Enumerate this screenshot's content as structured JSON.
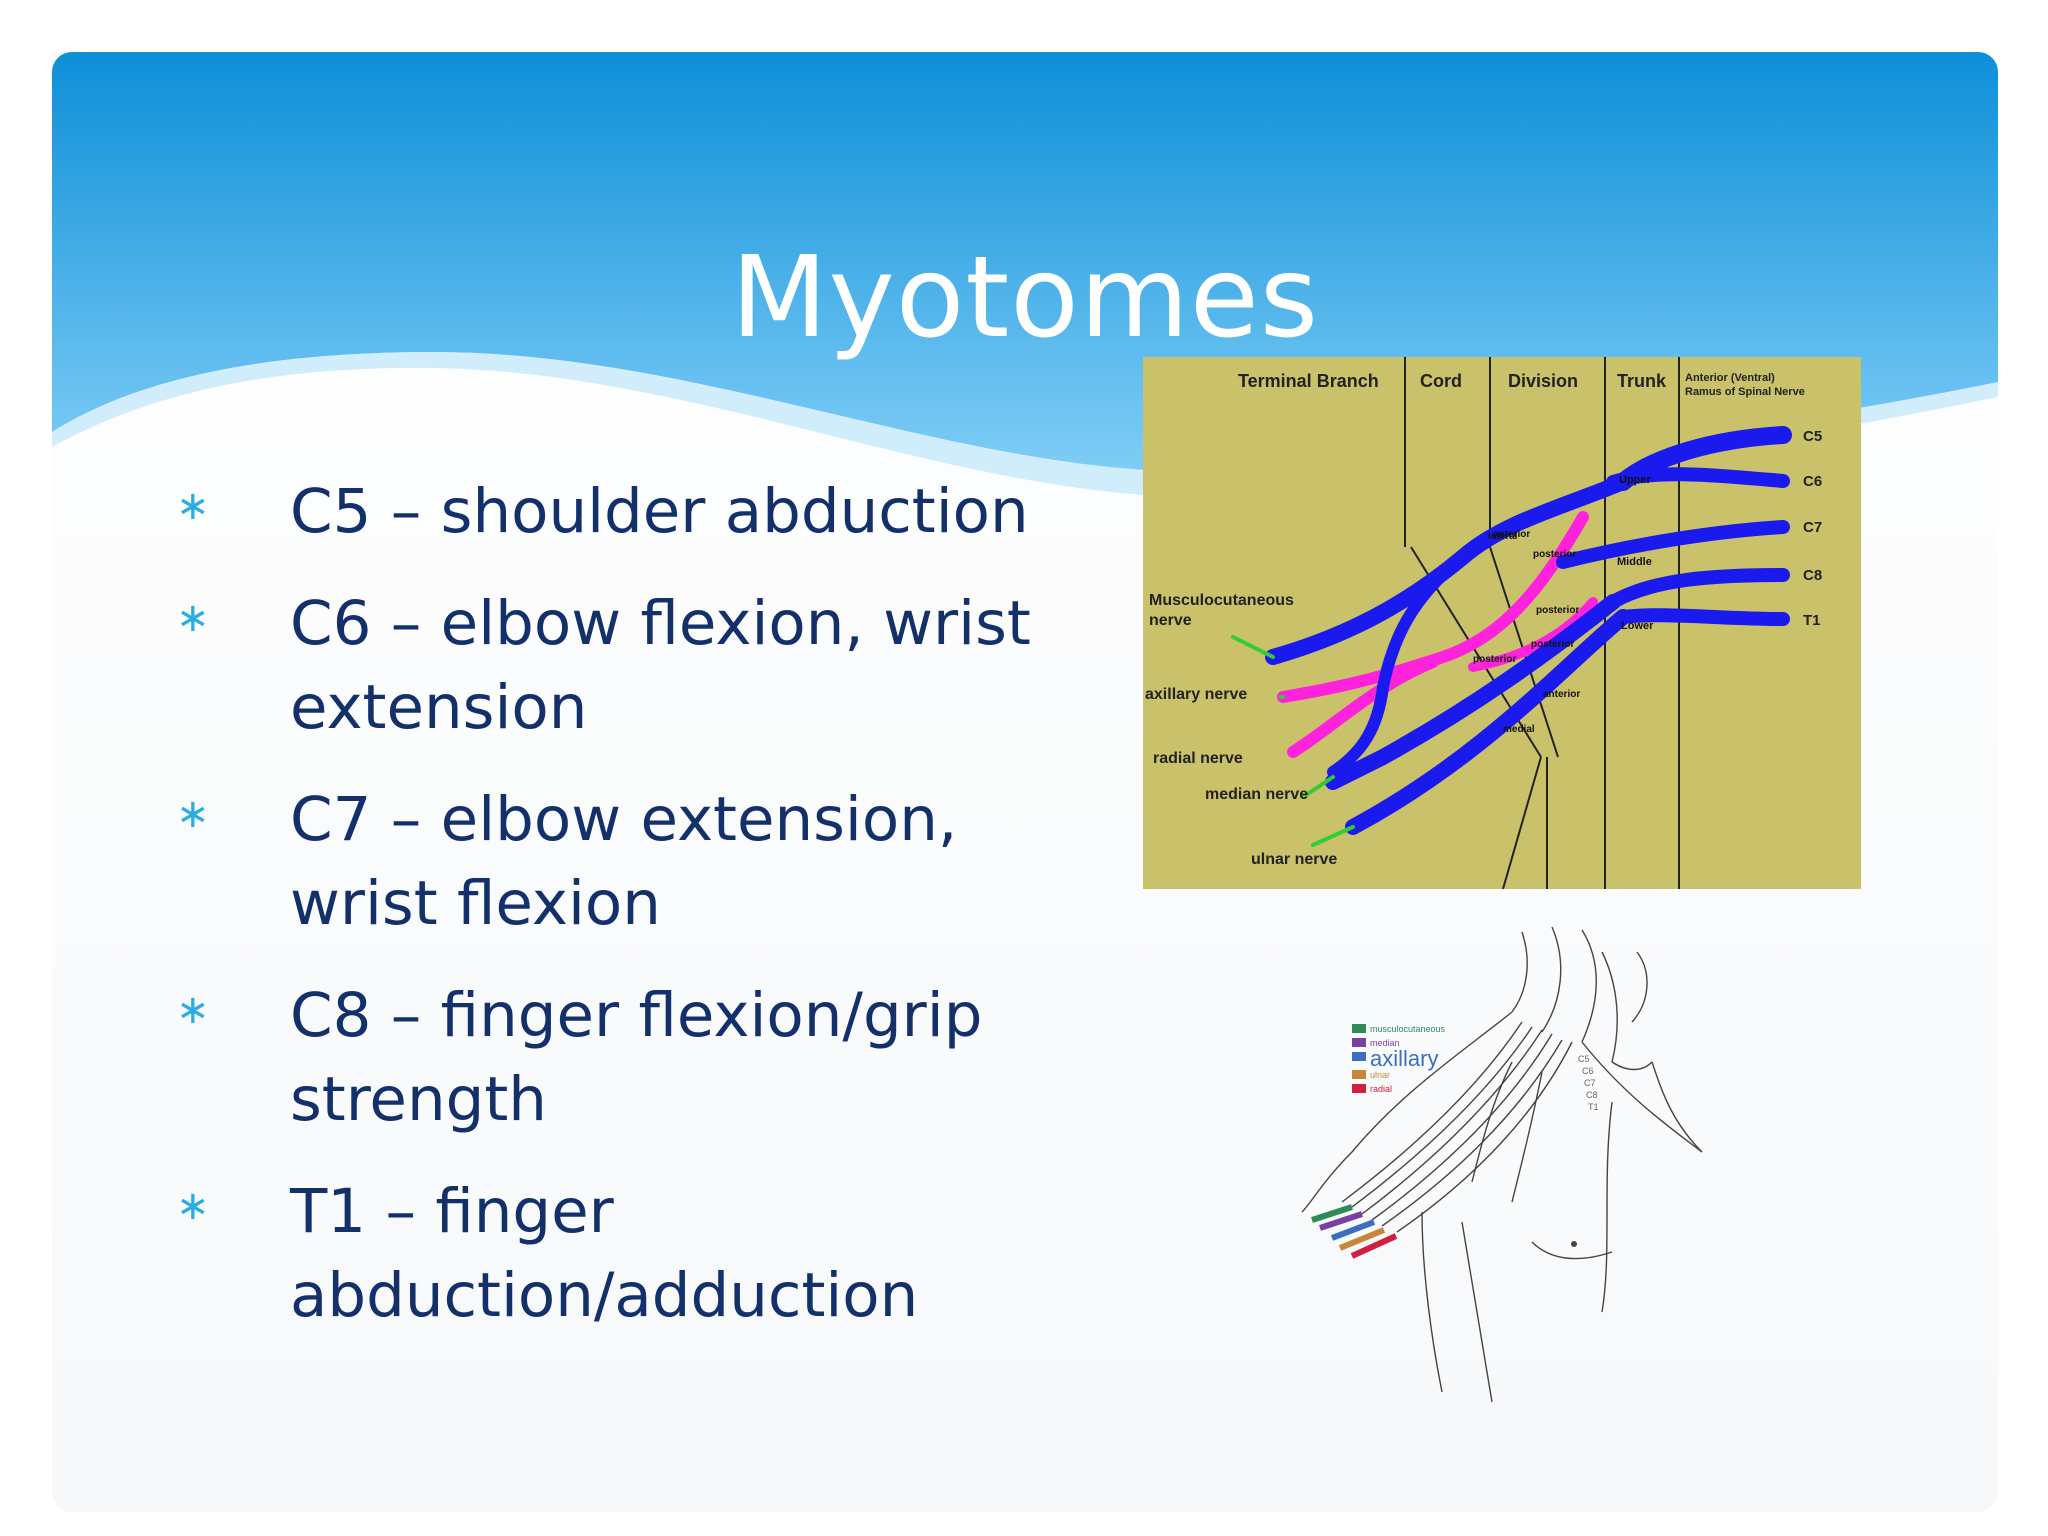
{
  "slide": {
    "title": "Myotomes",
    "bullets": [
      "C5 – shoulder abduction",
      "C6 – elbow flexion, wrist extension",
      "C7 – elbow extension, wrist flexion",
      "C8 – finger flexion/grip strength",
      "T1 – finger abduction/adduction"
    ],
    "bullet_icon": "asterisk-icon"
  },
  "plexus_diagram": {
    "columns": [
      "Terminal Branch",
      "Cord",
      "Division",
      "Trunk"
    ],
    "ramus_header": [
      "Anterior (Ventral)",
      "Ramus of Spinal Nerve"
    ],
    "roots": [
      "C5",
      "C6",
      "C7",
      "C8",
      "T1"
    ],
    "nerves": [
      "Musculocutaneous",
      "nerve",
      "axillary nerve",
      "radial nerve",
      "median nerve",
      "ulnar nerve"
    ],
    "trunk_labels": [
      "Upper",
      "Middle",
      "Lower"
    ],
    "division_labels": [
      "posterior",
      "posterior",
      "posterior",
      "anterior",
      "anterior"
    ],
    "cord_labels": [
      "lateral",
      "posterior",
      "medial"
    ],
    "colors": {
      "background": "#c9c26a",
      "nerve": "#1a1aee",
      "posterior": "#ff22dd",
      "branch": "#33cc33"
    }
  },
  "arm_figure": {
    "legend": [
      "musculocutaneous",
      "median",
      "axillary",
      "ulnar",
      "radial"
    ],
    "legend_colors": [
      "#2e8b57",
      "#7b3fa0",
      "#3a6fc0",
      "#c8863a",
      "#d02040"
    ],
    "root_labels": [
      "C5",
      "C6",
      "C7",
      "C8",
      "T1"
    ]
  },
  "theme": {
    "header": "#1aa0e3",
    "title_color": "#ffffff",
    "bullet_text": "#13306b",
    "bullet_icon": "#2aaee0"
  }
}
